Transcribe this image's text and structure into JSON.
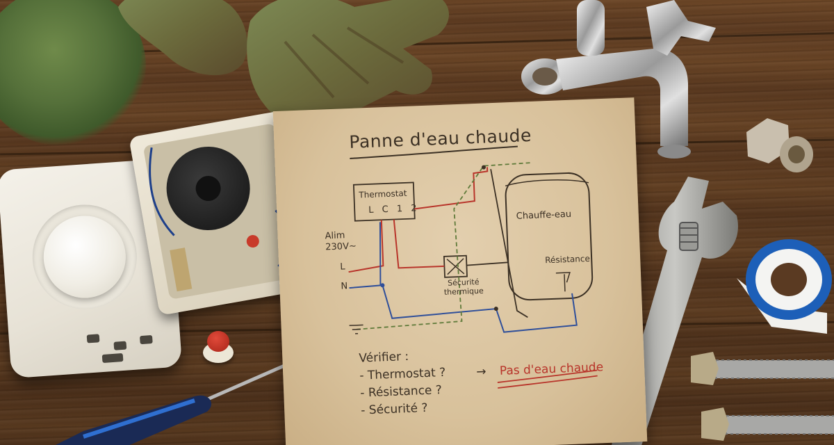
{
  "schematic": {
    "title": "Panne d'eau chaude",
    "thermostat_label": "Thermostat",
    "thermostat_pins": "L C 1 2",
    "power_label_line1": "Alim",
    "power_label_line2": "230V~",
    "live_label": "L",
    "neutral_label": "N",
    "heater_label": "Chauffe-eau",
    "element_label": "Résistance",
    "safety_label_line1": "Sécurité",
    "safety_label_line2": "thermique",
    "checklist_title": "Vérifier :",
    "checklist_items": [
      "- Thermostat ?",
      "- Résistance ?",
      "- Sécurité ?"
    ],
    "arrow": "→",
    "conclusion": "Pas d'eau chaude"
  },
  "colors": {
    "wire_red": "#b8342a",
    "wire_blue": "#2f4f9a",
    "wire_green_dashed": "#5f7a3a",
    "ink": "#3b3024",
    "tape_blue": "#1d5fb8"
  },
  "objects": [
    "plant-icon",
    "gardening-gloves-icon",
    "wall-thermostat-icon",
    "open-thermostat-icon",
    "red-reset-button-icon",
    "screwdriver-icon",
    "chrome-faucet-icon",
    "brass-fitting-icon",
    "adjustable-wrench-icon",
    "ptfe-tape-roll-icon",
    "braided-hose-icon"
  ]
}
